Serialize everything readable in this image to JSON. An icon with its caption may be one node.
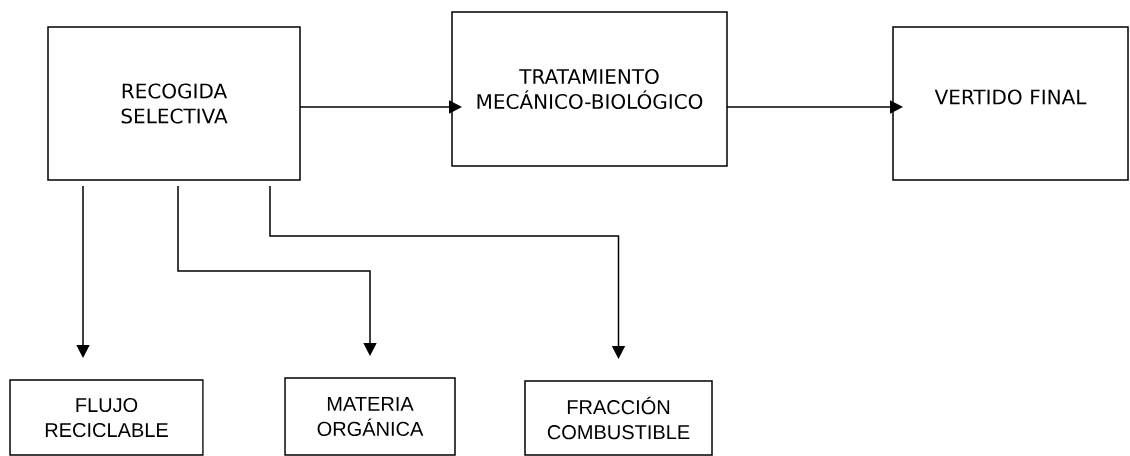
{
  "diagram": {
    "nodes": [
      {
        "text": [
          "RECOGIDA SELECTIVA"
        ]
      },
      {
        "text": [
          "TRATAMIENTO MECÁNICO-BIOLÓGICO"
        ]
      },
      {
        "text": [
          "VERTIDO FINAL"
        ]
      },
      {
        "text": [
          "FLUJO RECICLABLE"
        ]
      },
      {
        "text": [
          "MATERIA ORGÁNICA"
        ]
      },
      {
        "text": [
          "FRACCIÓN COMBUSTIBLE"
        ]
      }
    ],
    "edges": [
      {
        "from": 0,
        "to": 1,
        "arrow": "to"
      },
      {
        "from": 1,
        "to": 2,
        "arrow": "to"
      },
      {
        "from": 0,
        "to": 3,
        "arrow": "to"
      },
      {
        "from": 0,
        "to": 4,
        "arrow": "to"
      },
      {
        "from": 0,
        "to": 5,
        "arrow": "to"
      }
    ]
  }
}
